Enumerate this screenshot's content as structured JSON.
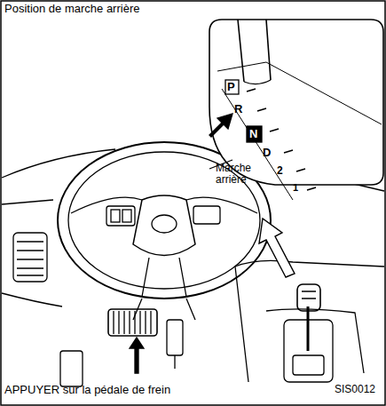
{
  "diagram": {
    "title": "Position de marche arrière",
    "labels": [
      "P",
      "R",
      "N",
      "D",
      "2",
      "1",
      "Marche arrière",
      "APPUYER sur la pédale de frein",
      "SIS0012"
    ]
  }
}
